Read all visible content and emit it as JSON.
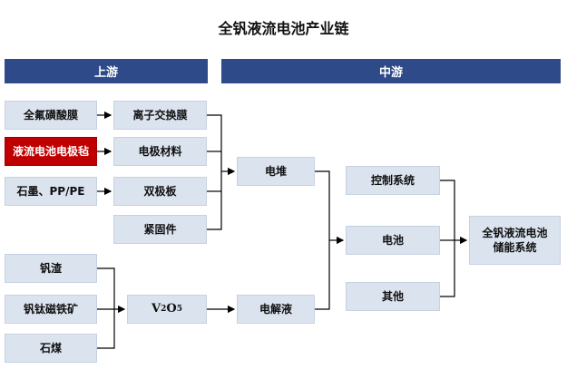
{
  "title": "全钒液流电池产业链",
  "sections": {
    "upstream": "上游",
    "midstream": "中游"
  },
  "nodes": {
    "quanfu": "全氟磺酸膜",
    "yemo": "液流电池电极毡",
    "shimo": "石墨、PP/PE",
    "lizi": "离子交换膜",
    "dianji": "电极材料",
    "shuangji": "双极板",
    "jingu": "紧固件",
    "fanzha": "钒渣",
    "fantaici": "钒钛磁铁矿",
    "shimei": "石煤",
    "v2o5": {
      "base1": "V",
      "sub1": "2",
      "base2": "O",
      "sub2": "5"
    },
    "diandui": "电堆",
    "dianjieye": "电解液",
    "kongzhi": "控制系统",
    "dianchi": "电池",
    "qita": "其他",
    "final_line1": "全钒液流电池",
    "final_line2": "储能系统"
  },
  "colors": {
    "band": "#2e4a88",
    "box": "#dbe3ef",
    "highlight": "#c00000",
    "line": "#000000"
  }
}
